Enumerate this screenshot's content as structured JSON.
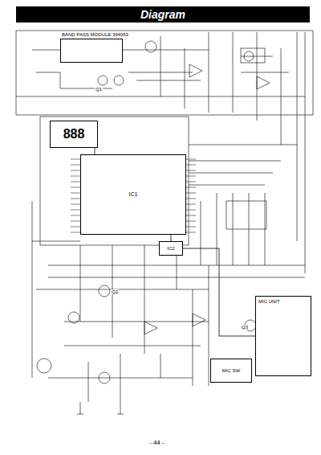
{
  "diagram": {
    "title": "Diagram",
    "nodes": [
      {
        "text": [
          "BAND PASS MODULE 394063"
        ]
      },
      {
        "text": [
          "888"
        ]
      },
      {
        "text": [
          "IC1"
        ]
      },
      {
        "text": [
          "IC2"
        ]
      },
      {
        "text": [
          "MIC UNIT"
        ]
      },
      {
        "text": [
          "MIC SW"
        ]
      }
    ],
    "edges": [
      {
        "from": 1,
        "to": 2,
        "arrow": "none"
      },
      {
        "from": 2,
        "to": 3,
        "arrow": "none"
      },
      {
        "from": 3,
        "to": 4,
        "arrow": "none"
      }
    ],
    "labels": [
      "Q1",
      "Q2",
      "Q3",
      "- 44 -"
    ]
  }
}
